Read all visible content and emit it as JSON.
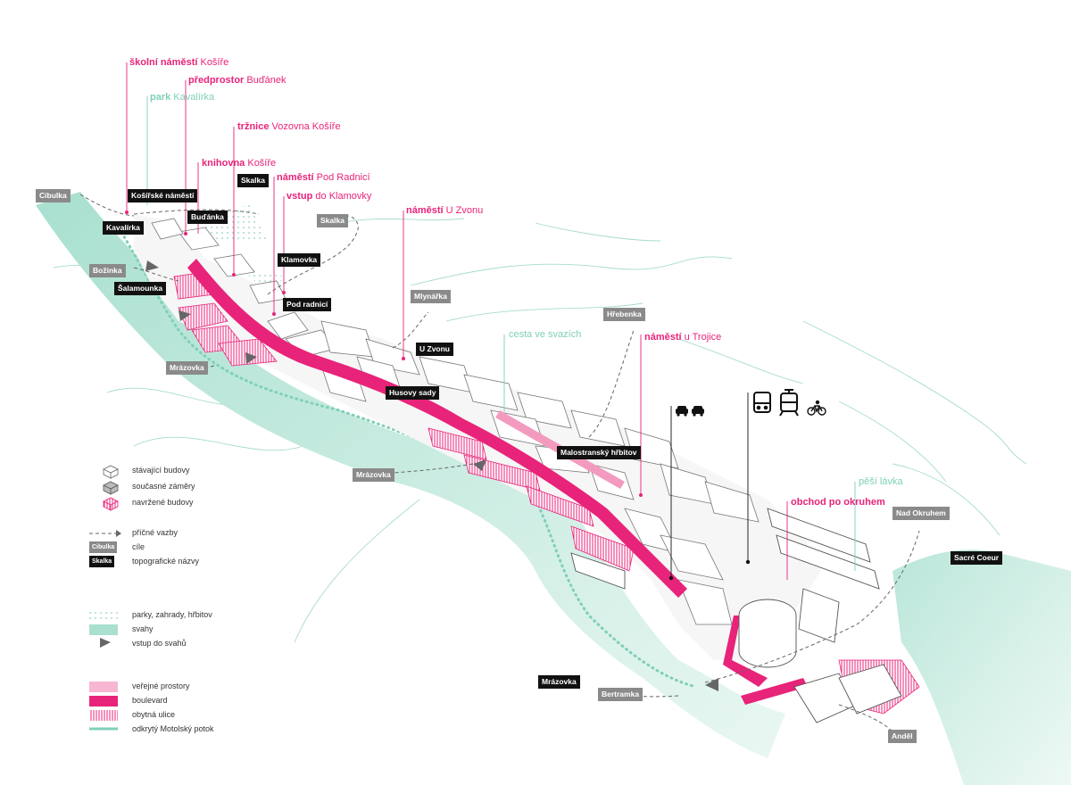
{
  "callouts": [
    {
      "id": "skolni",
      "bold": "školní náměstí",
      "rest": " Košíře",
      "color": "pink"
    },
    {
      "id": "predprostor",
      "bold": "předprostor",
      "rest": " Buďánek",
      "color": "pink"
    },
    {
      "id": "park",
      "bold": "park",
      "rest": " Kavalírka",
      "color": "teal"
    },
    {
      "id": "trznice",
      "bold": "tržnice",
      "rest": " Vozovna Košíře",
      "color": "pink"
    },
    {
      "id": "knihovna",
      "bold": "knihovna",
      "rest": " Košíře",
      "color": "pink"
    },
    {
      "id": "namesti-radnici",
      "bold": "náměstí",
      "rest": " Pod Radnicí",
      "color": "pink"
    },
    {
      "id": "vstup",
      "bold": "vstup",
      "rest": " do Klamovky",
      "color": "pink"
    },
    {
      "id": "namesti-zvonu",
      "bold": "náměstí",
      "rest": " U Zvonu",
      "color": "pink"
    },
    {
      "id": "cesta",
      "bold": "",
      "rest": "cesta ve svazích",
      "color": "teal"
    },
    {
      "id": "namesti-trojice",
      "bold": "náměstí",
      "rest": " u Trojice",
      "color": "pink"
    },
    {
      "id": "pesi",
      "bold": "",
      "rest": "pěší lávka",
      "color": "teal"
    },
    {
      "id": "obchod",
      "bold": "obchod po okruhem",
      "rest": "",
      "color": "pink"
    }
  ],
  "topo_names": [
    "Košířské náměstí",
    "Skalka",
    "Buďánka",
    "Kavalírka",
    "Klamovka",
    "Šalamounka",
    "Pod radnicí",
    "U Zvonu",
    "Husovy sady",
    "Malostranský hřbitov",
    "Mrázovka",
    "Sacré Coeur"
  ],
  "targets": [
    "Cibulka",
    "Skalka",
    "Božinka",
    "Mlynářka",
    "Hřebenka",
    "Mrázovka",
    "Mrázovka",
    "Nad Okruhem",
    "Bertramka",
    "Anděl"
  ],
  "legend": {
    "groups": [
      [
        "stávající budovy",
        "současné záměry",
        "navržené budovy"
      ],
      [
        "příčné vazby",
        "cíle",
        "topografické názvy"
      ],
      [
        "parky, zahrady, hřbitov",
        "svahy",
        "vstup do svahů"
      ],
      [
        "veřejné prostory",
        "boulevard",
        "obytná ulice",
        "odkrytý Motolský potok"
      ]
    ],
    "sample_target": "Cibulka",
    "sample_topo": "Skalka"
  },
  "icons": [
    "car-icon",
    "car-icon",
    "bus-icon",
    "tram-icon",
    "bicycle-icon"
  ],
  "colors": {
    "accent": "#e8237a",
    "slope": "#bfe6da",
    "line": "#7fcfb9",
    "building": "#ffffff",
    "outline": "#555555"
  }
}
